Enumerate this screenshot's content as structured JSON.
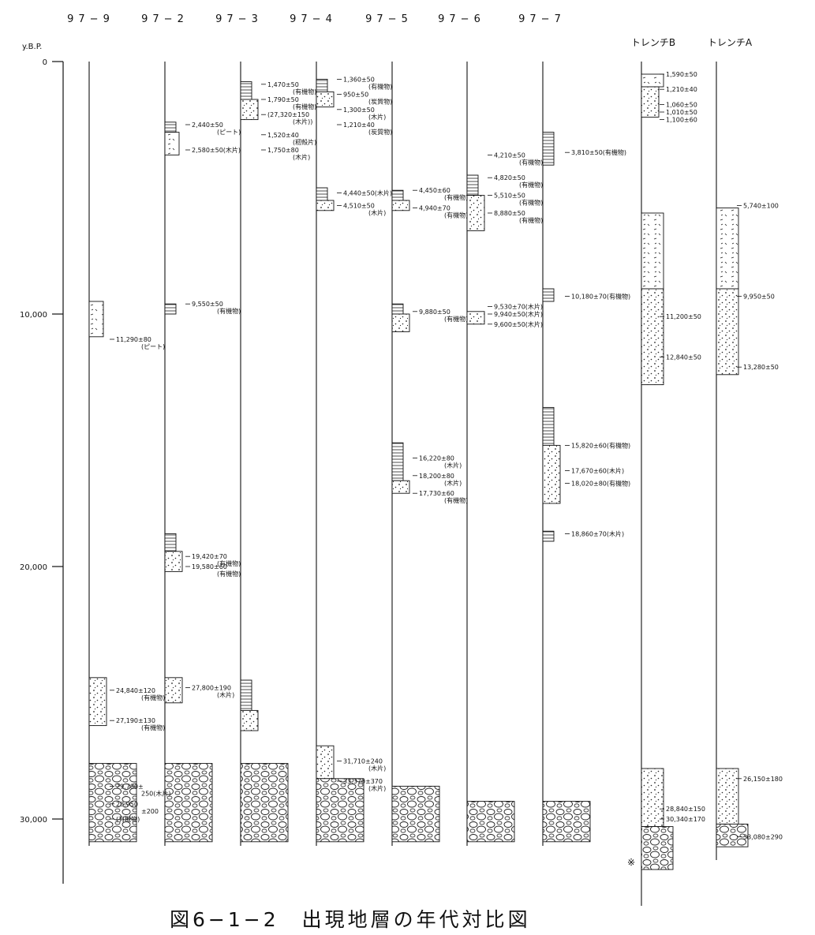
{
  "axis": {
    "unit": "y.B.P.",
    "ticks": [
      {
        "value": 0,
        "label": "0"
      },
      {
        "value": 10000,
        "label": "10,000"
      },
      {
        "value": 20000,
        "label": "20,000"
      },
      {
        "value": 30000,
        "label": "30,000"
      }
    ]
  },
  "columns": [
    {
      "id": "97-9",
      "label": "97−9"
    },
    {
      "id": "97-2",
      "label": "97−2"
    },
    {
      "id": "97-3",
      "label": "97−3"
    },
    {
      "id": "97-4",
      "label": "97−4"
    },
    {
      "id": "97-5",
      "label": "97−5"
    },
    {
      "id": "97-6",
      "label": "97−6"
    },
    {
      "id": "97-7",
      "label": "97−7"
    },
    {
      "id": "trench-b",
      "label": "トレンチB"
    },
    {
      "id": "trench-a",
      "label": "トレンチA"
    }
  ],
  "layers": [
    {
      "col": "97-9",
      "from": 9500,
      "to": 10900,
      "pattern": "peat"
    },
    {
      "col": "97-9",
      "from": 24400,
      "to": 26300,
      "pattern": "sand"
    },
    {
      "col": "97-9",
      "from": 27800,
      "to": 30900,
      "pattern": "gravel"
    },
    {
      "col": "97-2",
      "from": 2400,
      "to": 2800,
      "pattern": "lines"
    },
    {
      "col": "97-2",
      "from": 2800,
      "to": 3700,
      "pattern": "peat"
    },
    {
      "col": "97-2",
      "from": 9600,
      "to": 10000,
      "pattern": "lines"
    },
    {
      "col": "97-2",
      "from": 18700,
      "to": 19400,
      "pattern": "lines"
    },
    {
      "col": "97-2",
      "from": 19400,
      "to": 20200,
      "pattern": "sand"
    },
    {
      "col": "97-2",
      "from": 24400,
      "to": 25400,
      "pattern": "sand"
    },
    {
      "col": "97-2",
      "from": 27800,
      "to": 30900,
      "pattern": "gravel"
    },
    {
      "col": "97-3",
      "from": 800,
      "to": 1500,
      "pattern": "lines"
    },
    {
      "col": "97-3",
      "from": 1500,
      "to": 2300,
      "pattern": "sand"
    },
    {
      "col": "97-3",
      "from": 24500,
      "to": 25700,
      "pattern": "lines"
    },
    {
      "col": "97-3",
      "from": 25700,
      "to": 26500,
      "pattern": "sand"
    },
    {
      "col": "97-3",
      "from": 27800,
      "to": 30900,
      "pattern": "gravel"
    },
    {
      "col": "97-4",
      "from": 700,
      "to": 1200,
      "pattern": "lines"
    },
    {
      "col": "97-4",
      "from": 1200,
      "to": 1800,
      "pattern": "sand"
    },
    {
      "col": "97-4",
      "from": 5000,
      "to": 5500,
      "pattern": "lines"
    },
    {
      "col": "97-4",
      "from": 5500,
      "to": 5900,
      "pattern": "sand"
    },
    {
      "col": "97-4",
      "from": 27100,
      "to": 28400,
      "pattern": "sand"
    },
    {
      "col": "97-4",
      "from": 28400,
      "to": 30900,
      "pattern": "gravel"
    },
    {
      "col": "97-5",
      "from": 5100,
      "to": 5500,
      "pattern": "lines"
    },
    {
      "col": "97-5",
      "from": 5500,
      "to": 5900,
      "pattern": "sand"
    },
    {
      "col": "97-5",
      "from": 9600,
      "to": 10000,
      "pattern": "lines"
    },
    {
      "col": "97-5",
      "from": 10000,
      "to": 10700,
      "pattern": "sand"
    },
    {
      "col": "97-5",
      "from": 15100,
      "to": 16600,
      "pattern": "lines"
    },
    {
      "col": "97-5",
      "from": 16600,
      "to": 17100,
      "pattern": "sand"
    },
    {
      "col": "97-5",
      "from": 28700,
      "to": 30900,
      "pattern": "gravel"
    },
    {
      "col": "97-6",
      "from": 4500,
      "to": 5300,
      "pattern": "lines"
    },
    {
      "col": "97-6",
      "from": 5300,
      "to": 6700,
      "pattern": "sand"
    },
    {
      "col": "97-6",
      "from": 9900,
      "to": 10400,
      "pattern": "sand"
    },
    {
      "col": "97-6",
      "from": 29300,
      "to": 30900,
      "pattern": "gravel"
    },
    {
      "col": "97-7",
      "from": 2800,
      "to": 4100,
      "pattern": "lines"
    },
    {
      "col": "97-7",
      "from": 9000,
      "to": 9500,
      "pattern": "lines"
    },
    {
      "col": "97-7",
      "from": 13700,
      "to": 15200,
      "pattern": "lines"
    },
    {
      "col": "97-7",
      "from": 15200,
      "to": 17500,
      "pattern": "sand"
    },
    {
      "col": "97-7",
      "from": 18600,
      "to": 19000,
      "pattern": "lines"
    },
    {
      "col": "97-7",
      "from": 29300,
      "to": 30900,
      "pattern": "gravel"
    },
    {
      "col": "trench-b",
      "from": 500,
      "to": 1000,
      "pattern": "peat"
    },
    {
      "col": "trench-b",
      "from": 1000,
      "to": 2200,
      "pattern": "sand"
    },
    {
      "col": "trench-b",
      "from": 6000,
      "to": 9000,
      "pattern": "peat"
    },
    {
      "col": "trench-b",
      "from": 9000,
      "to": 12800,
      "pattern": "sand"
    },
    {
      "col": "trench-b",
      "from": 28000,
      "to": 30300,
      "pattern": "sand"
    },
    {
      "col": "trench-b",
      "from": 30300,
      "to": 32000,
      "pattern": "gravel"
    },
    {
      "col": "trench-a",
      "from": 5800,
      "to": 9000,
      "pattern": "peat"
    },
    {
      "col": "trench-a",
      "from": 9000,
      "to": 12400,
      "pattern": "sand"
    },
    {
      "col": "trench-a",
      "from": 28000,
      "to": 30200,
      "pattern": "sand"
    },
    {
      "col": "trench-a",
      "from": 30200,
      "to": 31100,
      "pattern": "gravel"
    }
  ],
  "dates": [
    {
      "col": "97-9",
      "age": 11000,
      "text": "11,290±80",
      "note": "(ピート)"
    },
    {
      "col": "97-9",
      "age": 24900,
      "text": "24,840±120",
      "note": "(有機物)"
    },
    {
      "col": "97-9",
      "age": 26100,
      "text": "27,190±130",
      "note": "(有機物)"
    },
    {
      "col": "97-9",
      "age": 28700,
      "text": "29,780±",
      "note": "250(木片)"
    },
    {
      "col": "97-9",
      "age": 29400,
      "text": "28,950",
      "note": "±200"
    },
    {
      "col": "97-9",
      "age": 30000,
      "text": "(有機物)",
      "note": ""
    },
    {
      "col": "97-2",
      "age": 2500,
      "text": "2,440±50",
      "note": "(ピート)"
    },
    {
      "col": "97-2",
      "age": 3500,
      "text": "2,580±50(木片)",
      "note": ""
    },
    {
      "col": "97-2",
      "age": 9600,
      "text": "9,550±50",
      "note": "(有機物)"
    },
    {
      "col": "97-2",
      "age": 19600,
      "text": "19,420±70",
      "note": "(有機物)"
    },
    {
      "col": "97-2",
      "age": 20000,
      "text": "19,580±60",
      "note": "(有機物)"
    },
    {
      "col": "97-2",
      "age": 24800,
      "text": "27,800±190",
      "note": "(木片)"
    },
    {
      "col": "97-3",
      "age": 900,
      "text": "1,470±50",
      "note": "(有機物)"
    },
    {
      "col": "97-3",
      "age": 1500,
      "text": "1,790±50",
      "note": "(有機物)"
    },
    {
      "col": "97-3",
      "age": 2100,
      "text": "(27,320±150",
      "note": "(木片))"
    },
    {
      "col": "97-3",
      "age": 2900,
      "text": "1,520±40",
      "note": "(籾殻片)"
    },
    {
      "col": "97-3",
      "age": 3500,
      "text": "1,750±80",
      "note": "(木片)"
    },
    {
      "col": "97-4",
      "age": 700,
      "text": "1,360±50",
      "note": "(有機物)"
    },
    {
      "col": "97-4",
      "age": 1300,
      "text": "950±50",
      "note": "(炭質物)"
    },
    {
      "col": "97-4",
      "age": 1900,
      "text": "1,300±50",
      "note": "(木片)"
    },
    {
      "col": "97-4",
      "age": 2500,
      "text": "1,210±40",
      "note": "(炭質物)"
    },
    {
      "col": "97-4",
      "age": 5200,
      "text": "4,440±50(木片)",
      "note": ""
    },
    {
      "col": "97-4",
      "age": 5700,
      "text": "4,510±50",
      "note": "(木片)"
    },
    {
      "col": "97-4",
      "age": 27700,
      "text": "31,710±240",
      "note": "(木片)"
    },
    {
      "col": "97-4",
      "age": 28500,
      "text": "33,370±370",
      "note": "(木片)"
    },
    {
      "col": "97-5",
      "age": 5100,
      "text": "4,450±60",
      "note": "(有機物)"
    },
    {
      "col": "97-5",
      "age": 5800,
      "text": "4,940±70",
      "note": "(有機物)"
    },
    {
      "col": "97-5",
      "age": 9900,
      "text": "9,880±50",
      "note": "(有機物)"
    },
    {
      "col": "97-5",
      "age": 15700,
      "text": "16,220±80",
      "note": "(木片)"
    },
    {
      "col": "97-5",
      "age": 16400,
      "text": "18,200±80",
      "note": "(木片)"
    },
    {
      "col": "97-5",
      "age": 17100,
      "text": "17,730±60",
      "note": "(有機物)"
    },
    {
      "col": "97-6",
      "age": 3700,
      "text": "4,210±50",
      "note": "(有機物)"
    },
    {
      "col": "97-6",
      "age": 4600,
      "text": "4,820±50",
      "note": "(有機物)"
    },
    {
      "col": "97-6",
      "age": 5300,
      "text": "5,510±50",
      "note": "(有機物)"
    },
    {
      "col": "97-6",
      "age": 6000,
      "text": "8,880±50",
      "note": "(有機物)"
    },
    {
      "col": "97-6",
      "age": 9700,
      "text": "9,530±70(木片)",
      "note": ""
    },
    {
      "col": "97-6",
      "age": 10000,
      "text": "9,940±50(木片)",
      "note": ""
    },
    {
      "col": "97-6",
      "age": 10400,
      "text": "9,600±50(木片)",
      "note": ""
    },
    {
      "col": "97-7",
      "age": 3600,
      "text": "3,810±50(有機物)",
      "note": ""
    },
    {
      "col": "97-7",
      "age": 9300,
      "text": "10,180±70(有機物)",
      "note": ""
    },
    {
      "col": "97-7",
      "age": 15200,
      "text": "15,820±60(有機物)",
      "note": ""
    },
    {
      "col": "97-7",
      "age": 16200,
      "text": "17,670±60(木片)",
      "note": ""
    },
    {
      "col": "97-7",
      "age": 16700,
      "text": "18,020±80(有機物)",
      "note": ""
    },
    {
      "col": "97-7",
      "age": 18700,
      "text": "18,860±70(木片)",
      "note": ""
    },
    {
      "col": "trench-b",
      "age": 500,
      "text": "1,590±50",
      "note": ""
    },
    {
      "col": "trench-b",
      "age": 1100,
      "text": "1,210±40",
      "note": ""
    },
    {
      "col": "trench-b",
      "age": 1700,
      "text": "1,060±50",
      "note": ""
    },
    {
      "col": "trench-b",
      "age": 2000,
      "text": "1,010±50",
      "note": ""
    },
    {
      "col": "trench-b",
      "age": 2300,
      "text": "1,100±60",
      "note": ""
    },
    {
      "col": "trench-b",
      "age": 10100,
      "text": "11,200±50",
      "note": ""
    },
    {
      "col": "trench-b",
      "age": 11700,
      "text": "12,840±50",
      "note": ""
    },
    {
      "col": "trench-b",
      "age": 29600,
      "text": "28,840±150",
      "note": ""
    },
    {
      "col": "trench-b",
      "age": 30000,
      "text": "30,340±170",
      "note": ""
    },
    {
      "col": "trench-a",
      "age": 5700,
      "text": "5,740±100",
      "note": ""
    },
    {
      "col": "trench-a",
      "age": 9300,
      "text": "9,950±50",
      "note": ""
    },
    {
      "col": "trench-a",
      "age": 12100,
      "text": "13,280±50",
      "note": ""
    },
    {
      "col": "trench-a",
      "age": 28400,
      "text": "26,150±180",
      "note": ""
    },
    {
      "col": "trench-a",
      "age": 30700,
      "text": "33,080±290",
      "note": ""
    }
  ],
  "figure_title": "図6−1−2　出現地層の年代対比図",
  "footnote_mark": "※"
}
